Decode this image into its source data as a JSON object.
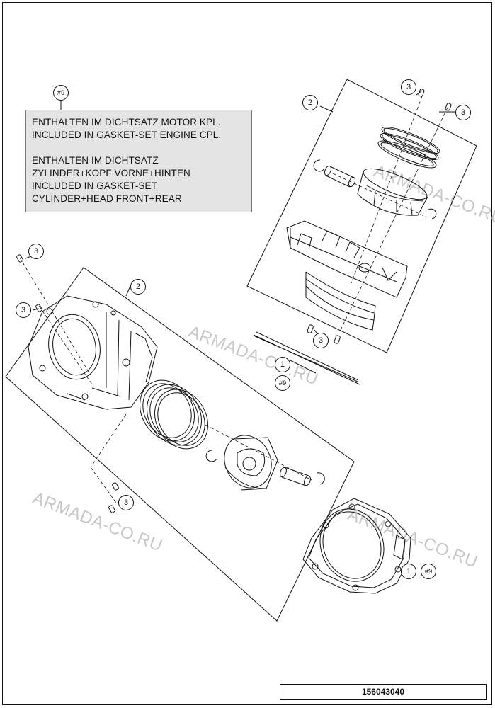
{
  "note": {
    "callout": "#9",
    "lines_a": [
      "ENTHALTEN IM DICHTSATZ MOTOR KPL.",
      "INCLUDED IN GASKET-SET ENGINE CPL."
    ],
    "lines_b": [
      "ENTHALTEN IM DICHTSATZ",
      "ZYLINDER+KOPF VORNE+HINTEN",
      "INCLUDED IN GASKET-SET",
      "CYLINDER+HEAD FRONT+REAR"
    ]
  },
  "callouts": {
    "top_group": "2",
    "top_stud_upper": "3",
    "top_stud_right": "3",
    "top_stud_lower": "3",
    "top_gasket": "1",
    "top_gasket_ref": "#9",
    "left_group": "2",
    "left_stud_upper": "3",
    "left_stud_mid": "3",
    "left_dowel": "3",
    "base_gasket": "1",
    "base_gasket_ref": "#9"
  },
  "watermark": "ARMADA-CO.RU",
  "part_number": "156043040"
}
